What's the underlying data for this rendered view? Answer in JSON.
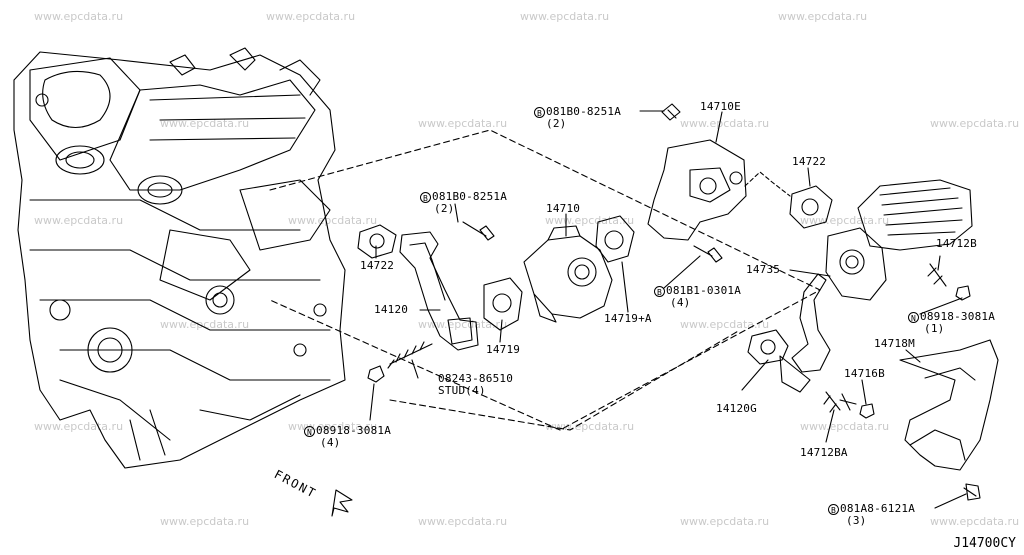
{
  "watermark": "www.epcdata.ru",
  "diagram_code": "J14700CY",
  "front_label": "FRONT",
  "callouts": {
    "bolt_top": {
      "prefix": "B",
      "part": "081B0-8251A",
      "qty": "(2)"
    },
    "egr_valve_bracket": "14710E",
    "gasket_right": "14722",
    "bolt_mid": {
      "prefix": "B",
      "part": "081B0-8251A",
      "qty": "(2)"
    },
    "egr_valve": "14710",
    "gasket_left": "14722",
    "tube_left": "14120",
    "gasket_14719": "14719",
    "gasket_14719a": "14719+A",
    "bolt_b1": {
      "prefix": "B",
      "part": "081B1-0301A",
      "qty": "(4)"
    },
    "stud": {
      "part": "08243-86510",
      "desc": "STUD(4)"
    },
    "nut_left": {
      "prefix": "N",
      "part": "08918-3081A",
      "qty": "(4)"
    },
    "stud_14712b": "14712B",
    "tube_14735": "14735",
    "nut_right": {
      "prefix": "N",
      "part": "08918-3081A",
      "qty": "(1)"
    },
    "shield_14718m": "14718M",
    "stud_14716b": "14716B",
    "gasket_14120g": "14120G",
    "stud_14712ba": "14712BA",
    "bolt_bottom": {
      "prefix": "B",
      "part": "081A8-6121A",
      "qty": "(3)"
    }
  }
}
